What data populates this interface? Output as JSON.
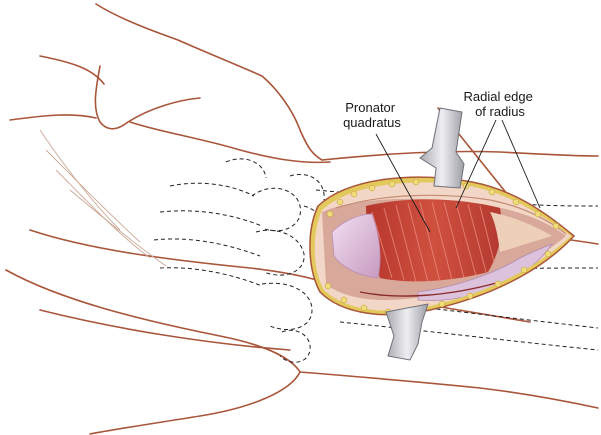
{
  "labels": {
    "pronator": [
      "Pronator",
      "quadratus"
    ],
    "radial_edge": [
      "Radial edge",
      "of radius"
    ]
  },
  "colors": {
    "outline": "#a9553a",
    "skin_edge": "#c8a235",
    "fat": "#e3c85b",
    "muscle": "#c4463a",
    "muscle_fiber": "#e4786a",
    "tendon": "#d9b3cf",
    "retractor": "#d4d4d8",
    "bone_dash": "#222222"
  }
}
